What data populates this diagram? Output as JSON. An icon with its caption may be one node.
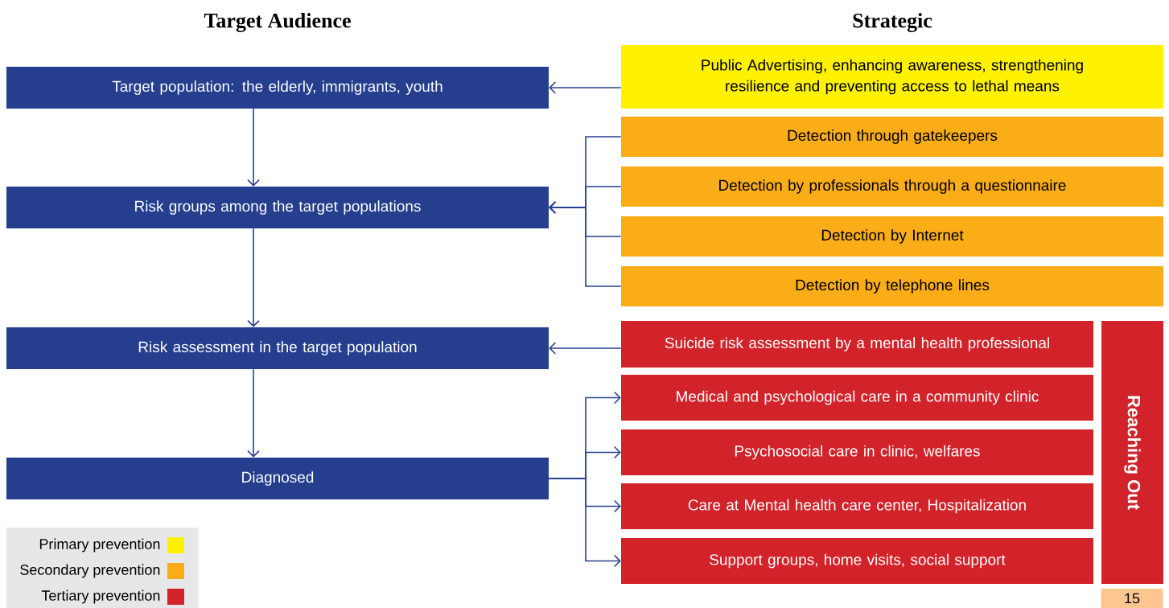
{
  "diagram": {
    "nodes": [
      {
        "text": [
          "Target population: the elderly, immigrants, youth"
        ]
      },
      {
        "text": [
          "Risk groups among the target populations"
        ]
      },
      {
        "text": [
          "Risk assessment in the target population"
        ]
      },
      {
        "text": [
          "Diagnosed"
        ]
      },
      {
        "text": [
          "Public Advertising, enhancing awareness, strengthening resilience and preventing access to lethal means"
        ]
      },
      {
        "text": [
          "Detection through gatekeepers"
        ]
      },
      {
        "text": [
          "Detection by professionals through a questionnaire"
        ]
      },
      {
        "text": [
          "Detection by Internet"
        ]
      },
      {
        "text": [
          "Detection by telephone lines"
        ]
      },
      {
        "text": [
          "Suicide risk assessment by a mental health professional"
        ]
      },
      {
        "text": [
          "Medical and psychological care in a community clinic"
        ]
      },
      {
        "text": [
          "Psychosocial care in clinic, welfares"
        ]
      },
      {
        "text": [
          "Care at Mental health care center, Hospitalization"
        ]
      },
      {
        "text": [
          "Support groups, home visits, social support"
        ]
      },
      {
        "text": [
          "Reaching Out"
        ]
      }
    ],
    "edges": [
      {
        "from": 0,
        "to": 1,
        "arrow": "to"
      },
      {
        "from": 1,
        "to": 2,
        "arrow": "to"
      },
      {
        "from": 2,
        "to": 3,
        "arrow": "to"
      },
      {
        "from": 4,
        "to": 0,
        "arrow": "to"
      },
      {
        "from": 5,
        "to": 1,
        "arrow": "to"
      },
      {
        "from": 6,
        "to": 1,
        "arrow": "to"
      },
      {
        "from": 7,
        "to": 1,
        "arrow": "to"
      },
      {
        "from": 8,
        "to": 1,
        "arrow": "to"
      },
      {
        "from": 9,
        "to": 2,
        "arrow": "to"
      },
      {
        "from": 3,
        "to": 10,
        "arrow": "to"
      },
      {
        "from": 3,
        "to": 11,
        "arrow": "to"
      },
      {
        "from": 3,
        "to": 12,
        "arrow": "to"
      },
      {
        "from": 3,
        "to": 13,
        "arrow": "to"
      }
    ],
    "labels": [
      "Target Audience",
      "Strategic",
      "15"
    ],
    "legend": [
      {
        "text": "Primary prevention",
        "color": "#fff200"
      },
      {
        "text": "Secondary prevention",
        "color": "#fbad18"
      },
      {
        "text": "Tertiary prevention",
        "color": "#d2232a"
      }
    ]
  }
}
